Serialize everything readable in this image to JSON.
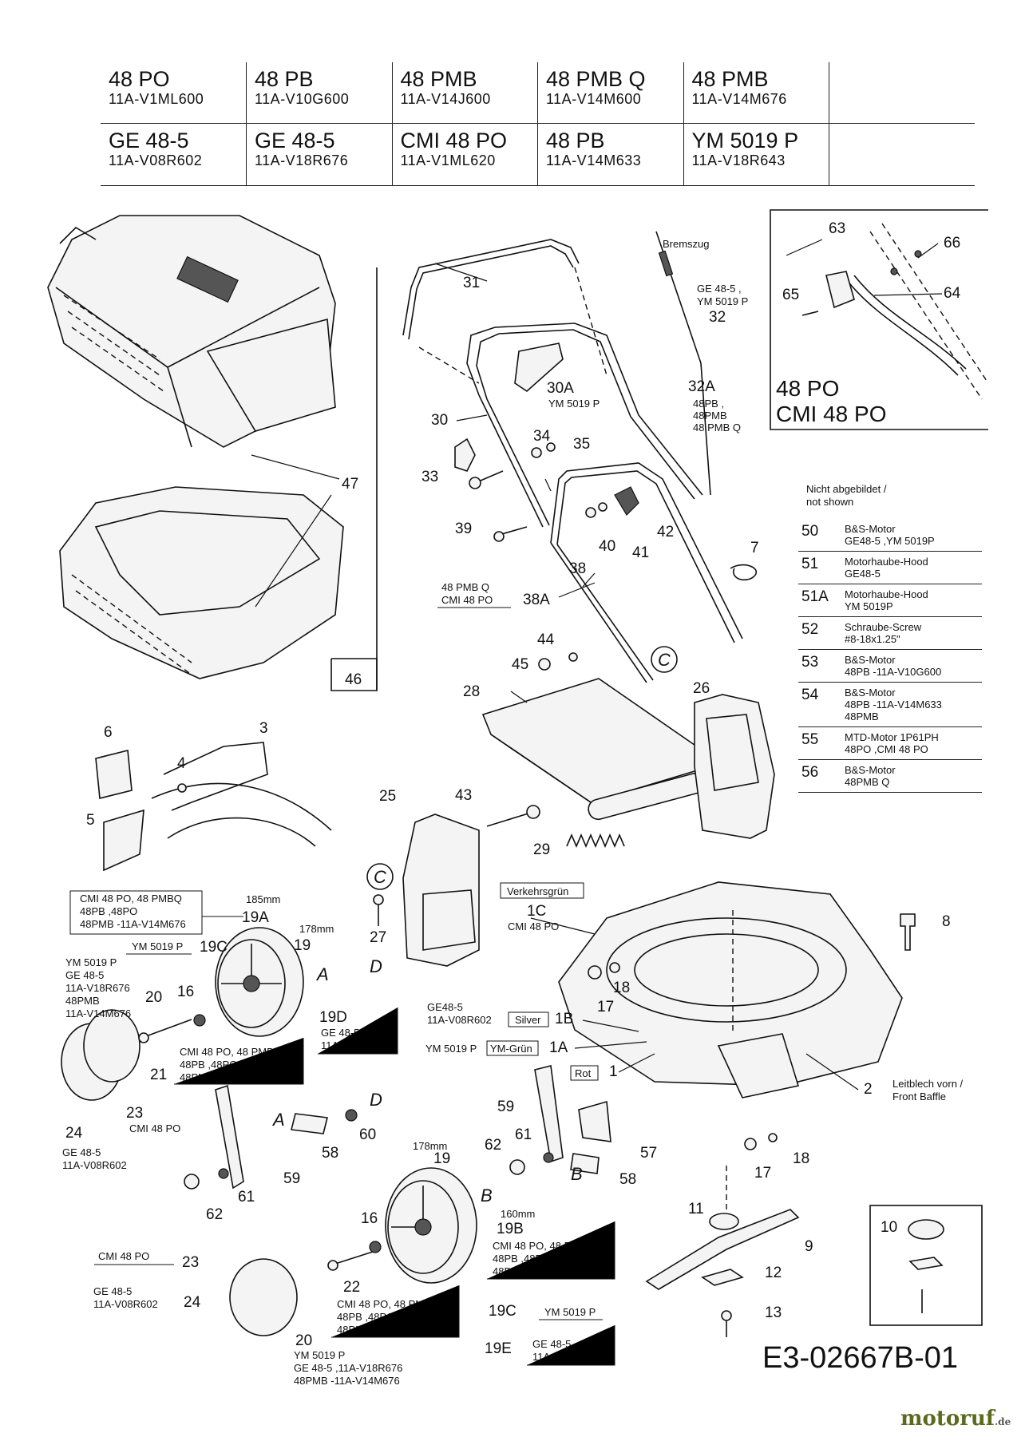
{
  "models": [
    [
      {
        "name": "48 PO",
        "code": "11A-V1ML600"
      },
      {
        "name": "48 PB",
        "code": "11A-V10G600"
      },
      {
        "name": "48 PMB",
        "code": "11A-V14J600"
      },
      {
        "name": "48 PMB Q",
        "code": "11A-V14M600"
      },
      {
        "name": "48 PMB",
        "code": "11A-V14M676"
      },
      {
        "name": "",
        "code": ""
      }
    ],
    [
      {
        "name": "GE 48-5",
        "code": "11A-V08R602"
      },
      {
        "name": "GE 48-5",
        "code": "11A-V18R676"
      },
      {
        "name": "CMI 48 PO",
        "code": "11A-V1ML620"
      },
      {
        "name": "48 PB",
        "code": "11A-V14M633"
      },
      {
        "name": "YM 5019 P",
        "code": "11A-V18R643"
      },
      {
        "name": "",
        "code": ""
      }
    ]
  ],
  "not_shown": {
    "heading_de": "Nicht abgebildet /",
    "heading_en": "not shown",
    "rows": [
      {
        "no": "50",
        "l1": "B&S-Motor",
        "l2": "GE48-5 ,YM 5019P"
      },
      {
        "no": "51",
        "l1": "Motorhaube-Hood",
        "l2": "GE48-5"
      },
      {
        "no": "51A",
        "l1": "Motorhaube-Hood",
        "l2": "YM 5019P"
      },
      {
        "no": "52",
        "l1": "Schraube-Screw",
        "l2": "#8-18x1.25\""
      },
      {
        "no": "53",
        "l1": "B&S-Motor",
        "l2": "48PB -11A-V10G600"
      },
      {
        "no": "54",
        "l1": "B&S-Motor",
        "l2": "48PB -11A-V14M633",
        "l3": "48PMB"
      },
      {
        "no": "55",
        "l1": "MTD-Motor 1P61PH",
        "l2": "48PO ,CMI 48 PO"
      },
      {
        "no": "56",
        "l1": "B&S-Motor",
        "l2": "48PMB Q"
      }
    ]
  },
  "inset": {
    "line1": "48 PO",
    "line2": "CMI 48 PO"
  },
  "labels": {
    "p31": "31",
    "p30": "30",
    "p30A": "30A",
    "p32": "32",
    "p32A": "32A",
    "p33": "33",
    "p34": "34",
    "p35": "35",
    "p39": "39",
    "p40": "40",
    "p41": "41",
    "p42": "42",
    "p38": "38",
    "p38A": "38A",
    "p44": "44",
    "p45": "45",
    "p28": "28",
    "p26": "26",
    "p47": "47",
    "p46": "46",
    "p7": "7",
    "p6": "6",
    "p3": "3",
    "p4": "4",
    "p5": "5",
    "p25": "25",
    "p43": "43",
    "p29": "29",
    "p27": "27",
    "p1C": "1C",
    "p8": "8",
    "p18a": "18",
    "p17a": "17",
    "p1B": "1B",
    "p1A": "1A",
    "p1": "1",
    "p2": "2",
    "p19A": "19A",
    "p19": "19",
    "p19C": "19C",
    "p20": "20",
    "p16": "16",
    "p19D": "19D",
    "p21": "21",
    "p23": "23",
    "p24": "24",
    "p58": "58",
    "p60": "60",
    "p59": "59",
    "p61": "61",
    "p62": "62",
    "p57": "57",
    "p58b": "58",
    "p59b": "59",
    "p61b": "61",
    "p62b": "62",
    "p17b": "17",
    "p18b": "18",
    "p11": "11",
    "p9": "9",
    "p12": "12",
    "p13": "13",
    "p10": "10",
    "p19b": "19",
    "p19B": "19B",
    "p16b": "16",
    "p22": "22",
    "p19Cb": "19C",
    "p19E": "19E",
    "p20b": "20",
    "p23b": "23",
    "p24b": "24",
    "p63": "63",
    "p64": "64",
    "p65": "65",
    "p66": "66",
    "cA": "A",
    "cB": "B",
    "cC": "C",
    "cD": "D",
    "cA2": "A",
    "cB2": "B",
    "cC2": "C",
    "cD2": "D"
  },
  "notes": {
    "bremszug": "Bremszug",
    "n32": [
      "GE 48-5 ,",
      "YM 5019 P"
    ],
    "n30A": "YM 5019 P",
    "n32A": [
      "48PB ,",
      "48PMB",
      "48 PMB Q"
    ],
    "n38A": [
      "48 PMB Q",
      "CMI 48 PO"
    ],
    "verkehrsgruen": "Verkehrsgrün",
    "n1C": "CMI 48 PO",
    "n19A_box": [
      "CMI 48 PO, 48 PMBQ",
      "48PB ,48PO",
      "48PMB -11A-V14M676"
    ],
    "n185": "185mm",
    "n178": "178mm",
    "n19C": "YM 5019 P",
    "n20": [
      "YM 5019 P",
      "GE 48-5",
      "11A-V18R676",
      "48PMB",
      "11A-V14M676"
    ],
    "n19D": [
      "GE 48-5",
      "11A-V08R602"
    ],
    "n21": [
      "CMI 48 PO, 48 PMBQ",
      "48PB ,48PO",
      "48PMB -11A-V14M676"
    ],
    "n23": "CMI 48 PO",
    "n24": [
      "GE 48-5",
      "11A-V08R602"
    ],
    "n1B": [
      "GE48-5",
      "11A-V08R602"
    ],
    "silver": "Silver",
    "n1A": "YM 5019 P",
    "ymgruen": "YM-Grün",
    "rot": "Rot",
    "n2": [
      "Leitblech vorn /",
      "Front Baffle"
    ],
    "n178b": "178mm",
    "n160": "160mm",
    "n19B": [
      "CMI 48 PO, 48 PMBQ",
      "48PB ,48PO",
      "48PMB -11A-V14M676"
    ],
    "n23b": "CMI 48 PO",
    "n24b": [
      "GE 48-5",
      "11A-V08R602"
    ],
    "n22": [
      "CMI 48 PO, 48 PMBQ",
      "48PB ,48PO",
      "48PMB -11A-V14M676"
    ],
    "n19Cb": "YM 5019 P",
    "n19E": [
      "GE 48-5",
      "11A-V08R602"
    ],
    "n20b": [
      "YM 5019 P",
      "GE 48-5 ,11A-V18R676",
      "48PMB -11A-V14M676"
    ]
  },
  "diagram_code": "E3-02667B-01",
  "brand": {
    "name": "motoruf",
    "suffix": ".de"
  }
}
